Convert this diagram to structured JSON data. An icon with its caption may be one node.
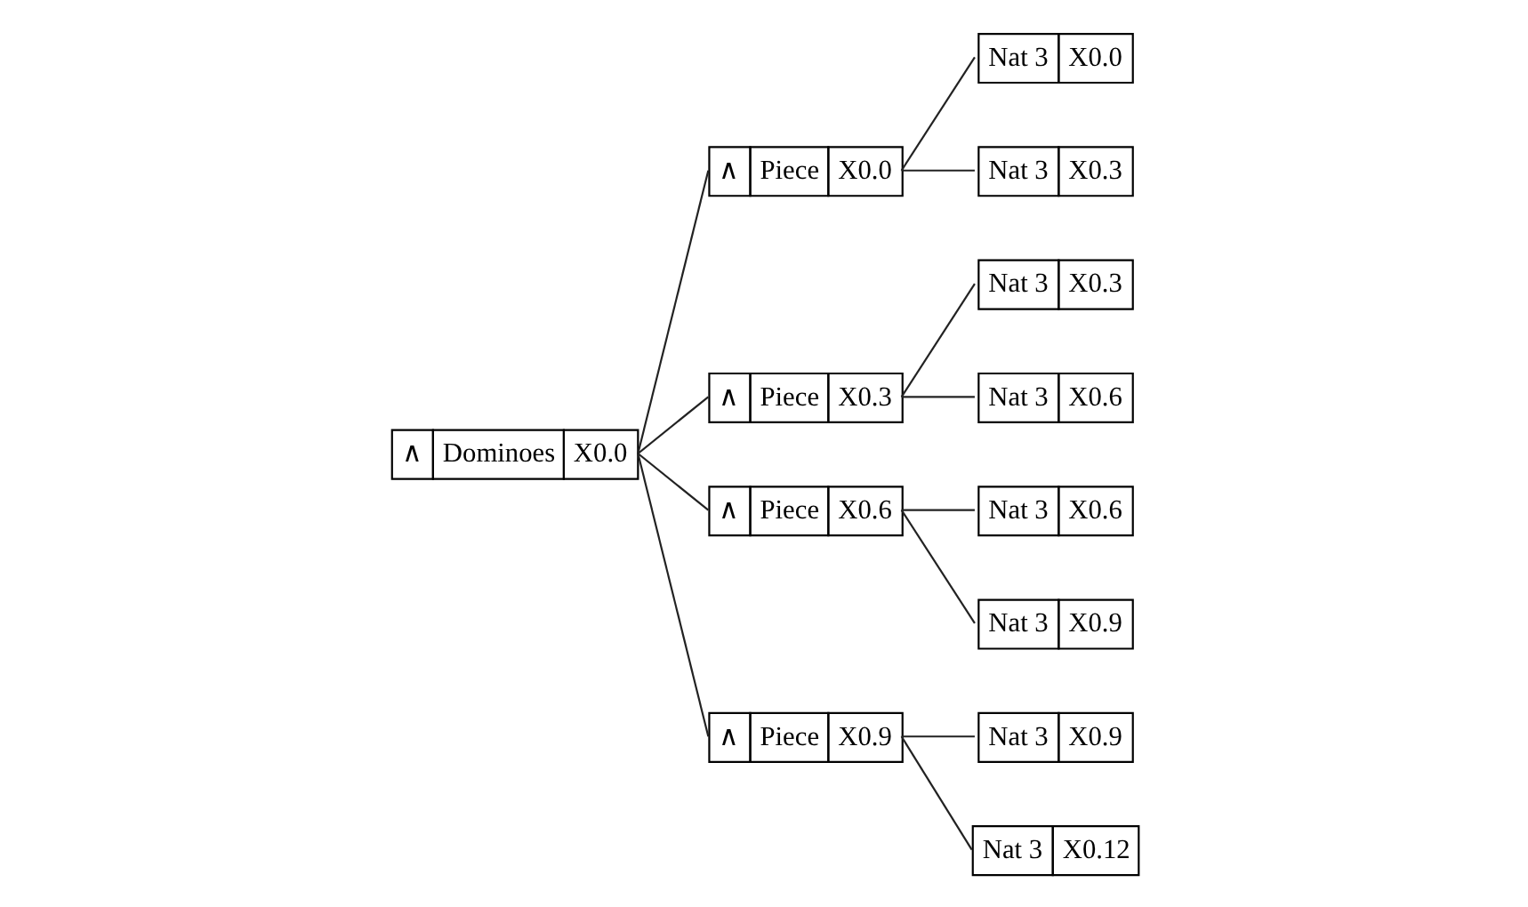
{
  "diagram": {
    "nodes": [
      {
        "text": [
          "∧",
          "Dominoes",
          "X0.0"
        ]
      },
      {
        "text": [
          "∧",
          "Piece",
          "X0.0"
        ]
      },
      {
        "text": [
          "Nat 3",
          "X0.0"
        ]
      },
      {
        "text": [
          "Nat 3",
          "X0.3"
        ]
      },
      {
        "text": [
          "∧",
          "Piece",
          "X0.3"
        ]
      },
      {
        "text": [
          "Nat 3",
          "X0.3"
        ]
      },
      {
        "text": [
          "Nat 3",
          "X0.6"
        ]
      },
      {
        "text": [
          "∧",
          "Piece",
          "X0.6"
        ]
      },
      {
        "text": [
          "Nat 3",
          "X0.6"
        ]
      },
      {
        "text": [
          "Nat 3",
          "X0.9"
        ]
      },
      {
        "text": [
          "∧",
          "Piece",
          "X0.9"
        ]
      },
      {
        "text": [
          "Nat 3",
          "X0.9"
        ]
      },
      {
        "text": [
          "Nat 3",
          "X0.12"
        ]
      }
    ],
    "edges": [
      {
        "from": 0,
        "to": 1,
        "arrow": "none"
      },
      {
        "from": 0,
        "to": 4,
        "arrow": "none"
      },
      {
        "from": 0,
        "to": 7,
        "arrow": "none"
      },
      {
        "from": 0,
        "to": 10,
        "arrow": "none"
      },
      {
        "from": 1,
        "to": 2,
        "arrow": "none"
      },
      {
        "from": 1,
        "to": 3,
        "arrow": "none"
      },
      {
        "from": 4,
        "to": 5,
        "arrow": "none"
      },
      {
        "from": 4,
        "to": 6,
        "arrow": "none"
      },
      {
        "from": 7,
        "to": 8,
        "arrow": "none"
      },
      {
        "from": 7,
        "to": 9,
        "arrow": "none"
      },
      {
        "from": 10,
        "to": 11,
        "arrow": "none"
      },
      {
        "from": 10,
        "to": 12,
        "arrow": "none"
      }
    ]
  }
}
